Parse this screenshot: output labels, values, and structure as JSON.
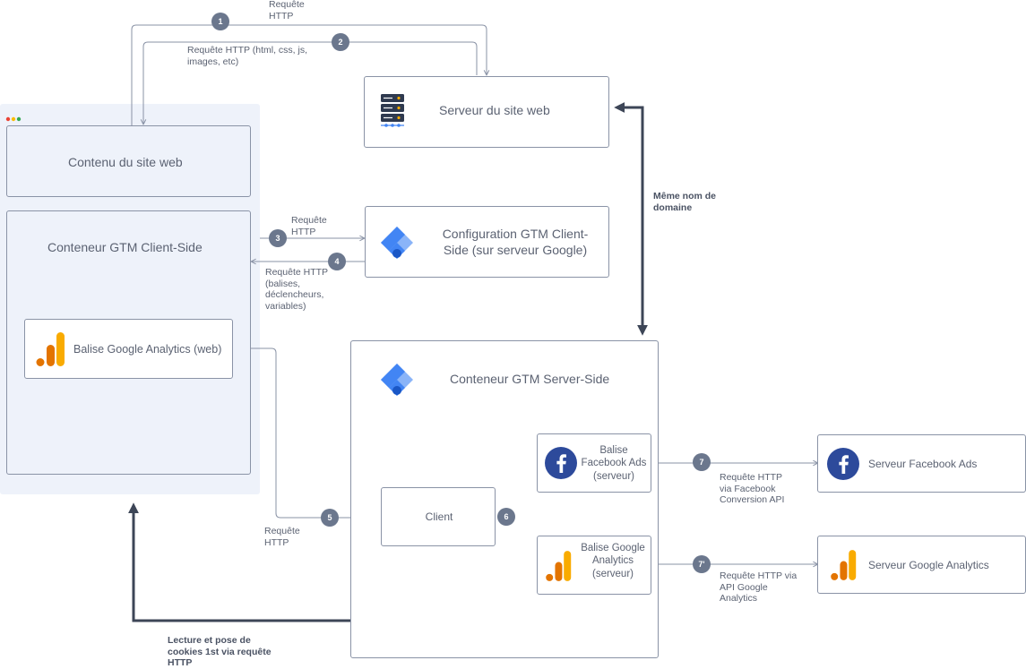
{
  "nodes": {
    "web_server": "Serveur du site web",
    "site_content": "Contenu du site web",
    "gtm_client_container": "Conteneur GTM Client-Side",
    "ga_web_tag": "Balise Google Analytics (web)",
    "gtm_config": "Configuration GTM Client-Side (sur serveur Google)",
    "gtm_server_container": "Conteneur GTM Server-Side",
    "client": "Client",
    "fb_tag": "Balise Facebook Ads (serveur)",
    "ga_server_tag": "Balise Google Analytics (serveur)",
    "fb_server": "Serveur Facebook Ads",
    "ga_server": "Serveur Google Analytics"
  },
  "edges": {
    "e1": "Requête HTTP",
    "e2": "Requête HTTP (html, css, js, images, etc)",
    "e3": "Requête HTTP",
    "e4": "Requête HTTP (balises, déclencheurs, variables)",
    "e5": "Requête HTTP",
    "e7": "Requête HTTP via Facebook Conversion API",
    "e7b": "Requête HTTP via API Google Analytics",
    "same_domain": "Même nom de domaine",
    "cookies": "Lecture et pose de cookies 1st via requête HTTP"
  },
  "badges": {
    "b1": "1",
    "b2": "2",
    "b3": "3",
    "b4": "4",
    "b5": "5",
    "b6": "6",
    "b7": "7",
    "b7b": "7'"
  },
  "colors": {
    "line": "#8a93a6",
    "thick_arrow": "#3d4657",
    "badge": "#6b778d",
    "browser_bg": "#eef2fa",
    "gtm_blue": "#4285f4",
    "gtm_dark": "#1a57c6",
    "ga_orange": "#f9ab00",
    "ga_dark": "#e37400",
    "fb_blue": "#2d4a9b",
    "dot_red": "#ea4335",
    "dot_yellow": "#fbbc04",
    "dot_green": "#34a853"
  },
  "icons": [
    "server-rack-icon",
    "gtm-icon",
    "google-analytics-icon",
    "facebook-icon",
    "browser-dots-icon"
  ]
}
